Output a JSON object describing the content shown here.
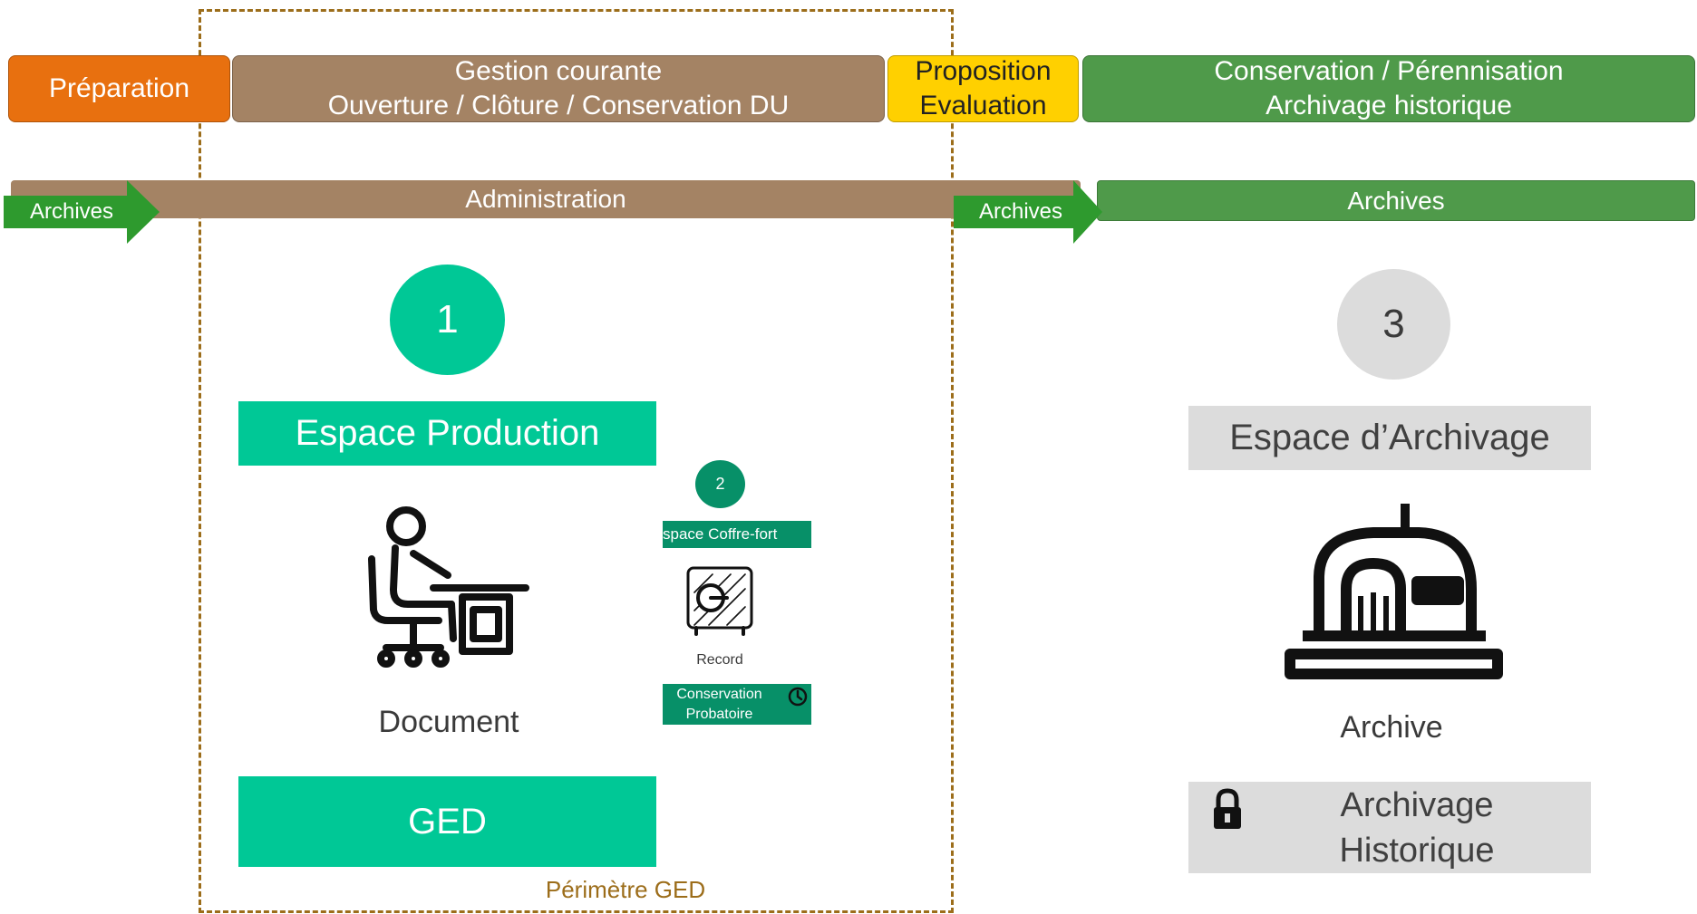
{
  "colors": {
    "preparation": "#e8700f",
    "gestion": "#a48364",
    "proposition": "#ffd000",
    "conservation": "#4f9a4a",
    "arrow_green": "#2e9a2e",
    "teal": "#00c896",
    "teal_dark": "#079068",
    "grey": "#dcdcdc",
    "dashed_border": "#9c6d1a"
  },
  "phases": {
    "preparation": "Préparation",
    "gestion": {
      "line1": "Gestion courante",
      "line2": "Ouverture / Clôture / Conservation DU"
    },
    "proposition": {
      "line1": "Proposition",
      "line2": "Evaluation"
    },
    "conservation": {
      "line1": "Conservation / Pérennisation",
      "line2": "Archivage historique"
    }
  },
  "bars": {
    "administration": "Administration",
    "archives_right": "Archives",
    "arrow_left": "Archives",
    "arrow_middle": "Archives"
  },
  "production": {
    "step": "1",
    "title": "Espace Production",
    "icon": "person-at-desk-icon",
    "caption": "Document",
    "ged": "GED"
  },
  "coffre": {
    "step": "2",
    "title": "space Coffre-fort",
    "icon": "safe-icon",
    "caption": "Record",
    "conservation_line1": "Conservation",
    "conservation_line2": "Probatoire",
    "clock_icon": "clock-icon"
  },
  "archivage": {
    "step": "3",
    "title": "Espace d’Archivage",
    "icon": "archive-vault-icon",
    "caption": "Archive",
    "lock_icon": "lock-icon",
    "historique_line1": "Archivage",
    "historique_line2": "Historique"
  },
  "perimetre": "Périmètre GED"
}
